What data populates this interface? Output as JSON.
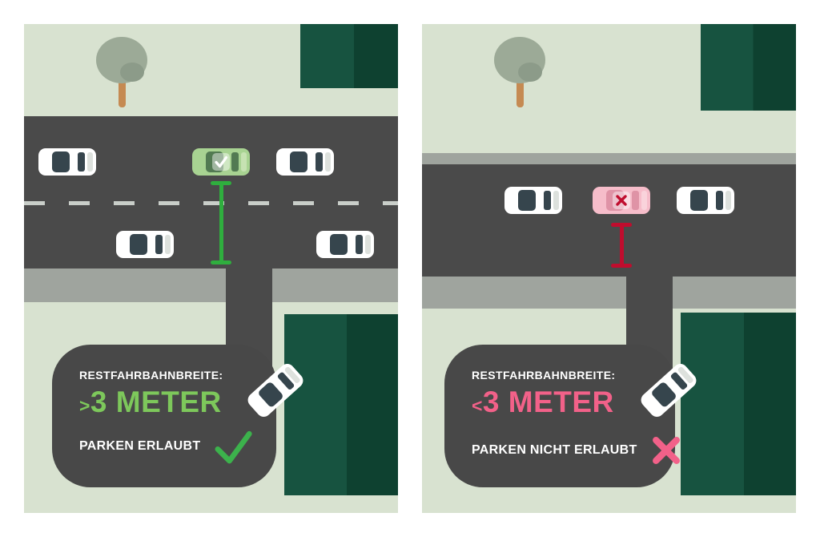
{
  "panels": [
    {
      "name": "parken-erlaubt",
      "caption": {
        "label": "RESTFAHRBAHNBREITE:",
        "value_prefix": ">",
        "value": "3 METER",
        "verdict": "PARKEN ERLAUBT",
        "verdict_icon": "check-icon"
      },
      "highlight_car_icon": "check-icon",
      "measure_color": "#2fae3e"
    },
    {
      "name": "parken-nicht-erlaubt",
      "caption": {
        "label": "RESTFAHRBAHNBREITE:",
        "value_prefix": "<",
        "value": "3 METER",
        "verdict": "PARKEN NICHT ERLAUBT",
        "verdict_icon": "cross-icon"
      },
      "highlight_car_icon": "cross-icon",
      "measure_color": "#c00d2e"
    }
  ],
  "icons": {
    "allowed": "check-icon",
    "denied": "cross-icon"
  },
  "colors": {
    "background": "#ffffff",
    "grass": "#d8e2d0",
    "road": "#4a4a4a",
    "sidewalk": "#9fa49e",
    "building_light": "#175340",
    "building_dark": "#0e4130",
    "lane_dash": "#c9cec9",
    "car_body": "#ffffff",
    "car_window": "#36454d",
    "car_trunk": "#dde1dd",
    "car_green_body": "#a8d392",
    "car_green_window": "#527a52",
    "car_green_trunk": "#c6e2b2",
    "car_pink_body": "#f6bdca",
    "car_pink_window": "#df93a6",
    "car_pink_trunk": "#f9d3db",
    "blob": "#484848",
    "text_light": "#ffffff",
    "accent_green": "#7dc85b",
    "accent_pink": "#f26189",
    "verdict_check": "#3cb24c",
    "measure_green": "#2fae3e",
    "measure_red": "#c00d2e",
    "tree_foliage": "#9caa97",
    "tree_foliage_shade": "#8c9b89",
    "tree_trunk": "#c58a52"
  }
}
